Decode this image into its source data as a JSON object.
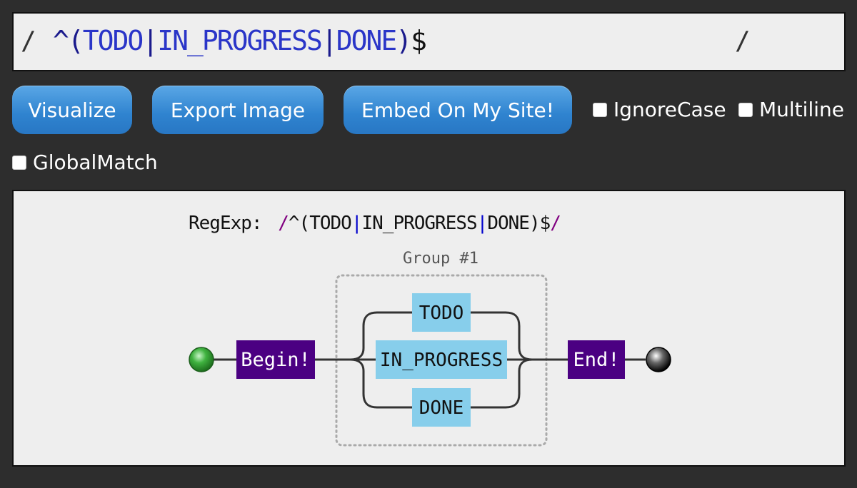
{
  "regex_input": {
    "open_slash": "/",
    "close_slash": "/",
    "caret": "^",
    "paren_open": "(",
    "alt1": "TODO",
    "pipe1": "|",
    "alt2": "IN_PROGRESS",
    "pipe2": "|",
    "alt3": "DONE",
    "paren_close": ")",
    "dollar": "$"
  },
  "buttons": {
    "visualize": "Visualize",
    "export": "Export Image",
    "embed": "Embed On My Site!"
  },
  "options": {
    "ignore_case": "IgnoreCase",
    "multiline": "Multiline",
    "global_match": "GlobalMatch"
  },
  "diagram": {
    "regexp_label": "RegExp:",
    "regexp_slash_open": "/",
    "regexp_caret": "^",
    "regexp_paren_open": "(",
    "regexp_alt1": "TODO",
    "regexp_pipe1": "|",
    "regexp_alt2": "IN_PROGRESS",
    "regexp_pipe2": "|",
    "regexp_alt3": "DONE",
    "regexp_paren_close": ")",
    "regexp_dollar": "$",
    "regexp_slash_close": "/",
    "group_label": "Group #1",
    "begin_label": "Begin!",
    "end_label": "End!",
    "branches": [
      "TODO",
      "IN_PROGRESS",
      "DONE"
    ],
    "colors": {
      "start_node": "#2e9a2e",
      "end_node": "#222222",
      "anchor_box": "#4b0082",
      "literal_box": "#87ceeb",
      "slash": "#800080",
      "meta": "#0000cc"
    }
  }
}
